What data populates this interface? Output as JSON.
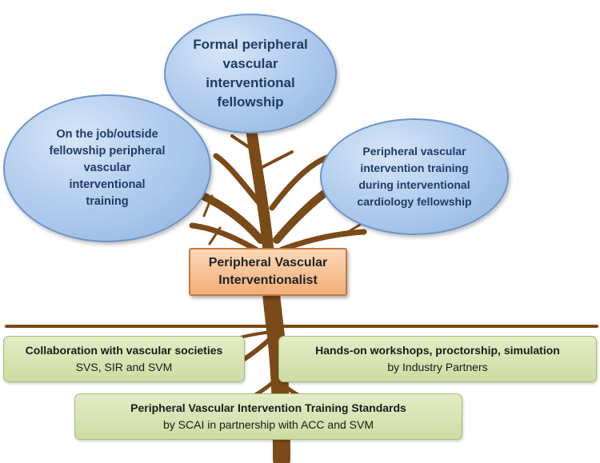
{
  "balloons": {
    "top": [
      "Formal peripheral",
      "vascular",
      "interventional",
      "fellowship"
    ],
    "left": [
      "On the job/outside",
      "fellowship peripheral",
      "vascular",
      "interventional",
      "training"
    ],
    "right": [
      "Peripheral vascular",
      "intervention training",
      "during interventional",
      "cardiology fellowship"
    ]
  },
  "center": {
    "line1": "Peripheral Vascular",
    "line2": "Interventionalist"
  },
  "roots": {
    "left": {
      "title": "Collaboration with vascular societies",
      "subtitle": "SVS, SIR and SVM"
    },
    "right": {
      "title": "Hands-on workshops, proctorship, simulation",
      "subtitle": "by Industry Partners"
    },
    "bottom": {
      "title": "Peripheral Vascular Intervention Training Standards",
      "subtitle": "by SCAI in partnership with ACC and SVM"
    }
  },
  "colors": {
    "trunk": "#7a4a18",
    "balloon_fill": "#b3cdee",
    "balloon_text": "#1f3c66",
    "center_fill": "#f2ae78",
    "root_box_fill": "#d4e2ae"
  }
}
